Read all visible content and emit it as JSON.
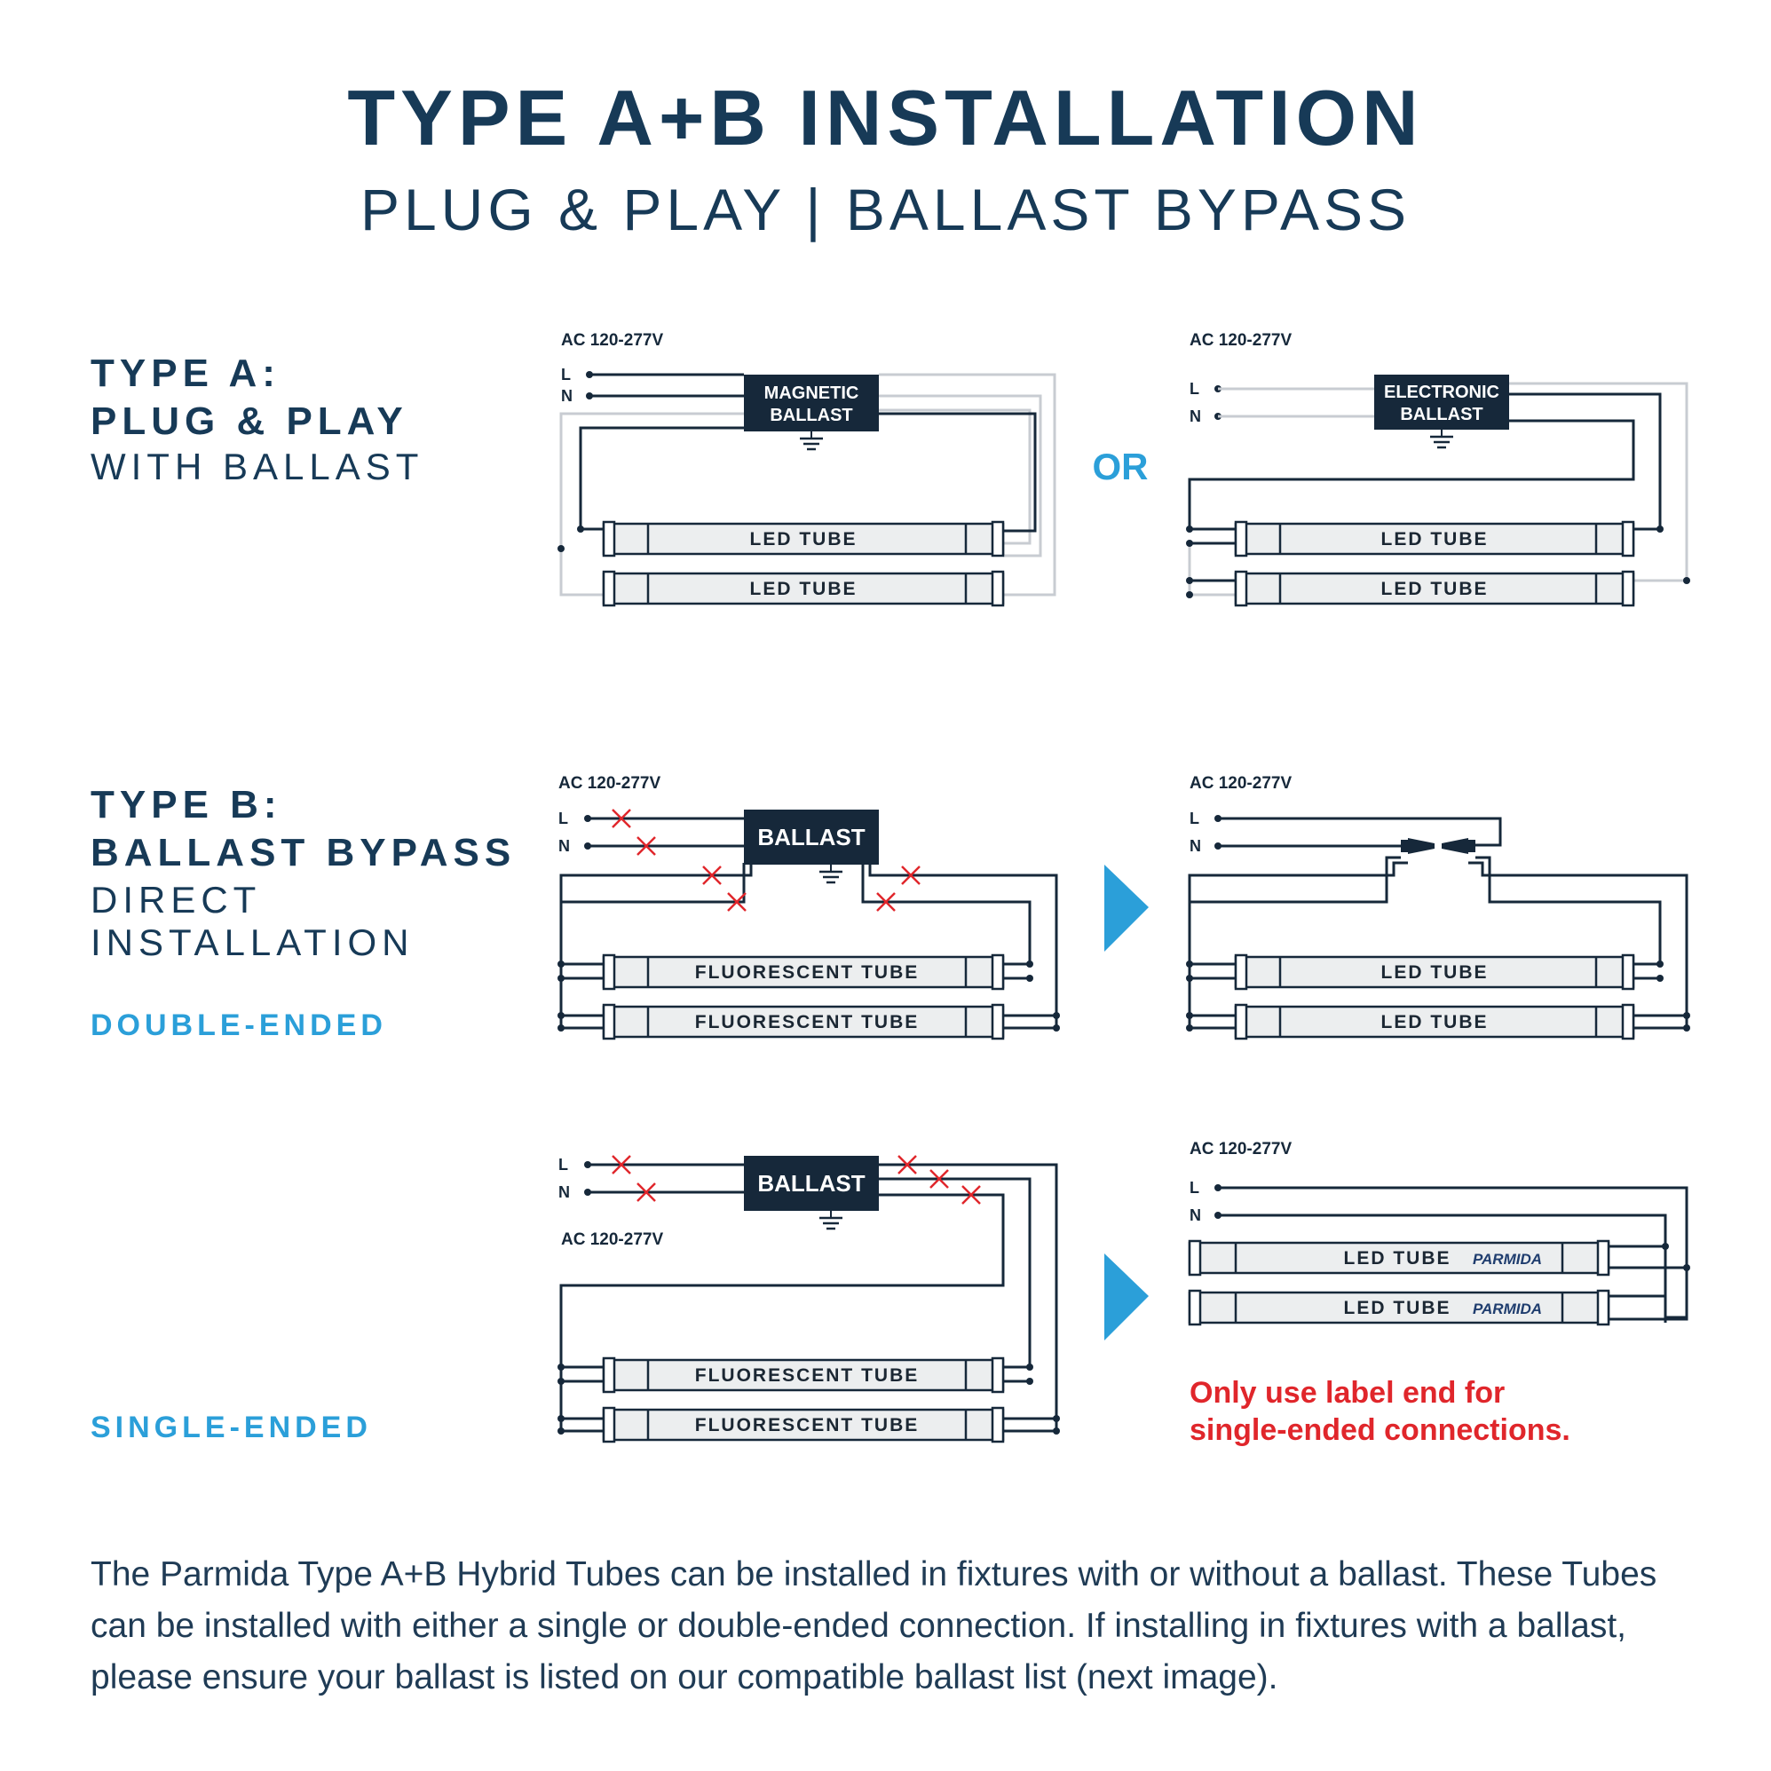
{
  "header": {
    "title": "TYPE A+B INSTALLATION",
    "subtitle": "PLUG & PLAY  |  BALLAST BYPASS"
  },
  "type_a": {
    "heading_1": "TYPE A:",
    "heading_2": "PLUG & PLAY",
    "sub": "WITH BALLAST",
    "left_diagram": {
      "voltage": "AC 120-277V",
      "ballast_line1": "MAGNETIC",
      "ballast_line2": "BALLAST",
      "tube1": "LED TUBE",
      "tube2": "LED TUBE",
      "l": "L",
      "n": "N"
    },
    "or_label": "OR",
    "right_diagram": {
      "voltage": "AC 120-277V",
      "ballast_line1": "ELECTRONIC",
      "ballast_line2": "BALLAST",
      "tube1": "LED TUBE",
      "tube2": "LED TUBE",
      "l": "L",
      "n": "N"
    }
  },
  "type_b": {
    "heading_1": "TYPE B:",
    "heading_2": "BALLAST BYPASS",
    "sub_1": "DIRECT",
    "sub_2": "INSTALLATION",
    "double_label": "DOUBLE-ENDED",
    "single_label": "SINGLE-ENDED",
    "double_before": {
      "voltage": "AC 120-277V",
      "ballast": "BALLAST",
      "tube1": "FLUORESCENT TUBE",
      "tube2": "FLUORESCENT TUBE",
      "l": "L",
      "n": "N"
    },
    "double_after": {
      "voltage": "AC 120-277V",
      "tube1": "LED TUBE",
      "tube2": "LED TUBE",
      "l": "L",
      "n": "N"
    },
    "single_before": {
      "voltage": "AC 120-277V",
      "ballast": "BALLAST",
      "tube1": "FLUORESCENT TUBE",
      "tube2": "FLUORESCENT TUBE",
      "l": "L",
      "n": "N"
    },
    "single_after": {
      "voltage": "AC 120-277V",
      "tube1": "LED TUBE",
      "tube2": "LED TUBE",
      "brand1": "PARMIDA",
      "brand2": "PARMIDA",
      "l": "L",
      "n": "N"
    },
    "note_line1": "Only use label end for",
    "note_line2": "single-ended connections."
  },
  "footer": {
    "paragraph": "The Parmida Type A+B Hybrid Tubes can be installed in fixtures with or without a ballast. These Tubes can be installed with either a single or double-ended connection. If installing in fixtures with a ballast, please ensure your ballast is listed on our compatible ballast list (next image)."
  },
  "colors": {
    "navy": "#173a57",
    "accent_blue": "#2b9fd9",
    "warning_red": "#e0262b",
    "wire_dark": "#16283a",
    "wire_grey": "#c8ccd2",
    "tube_fill": "#eceeef"
  }
}
